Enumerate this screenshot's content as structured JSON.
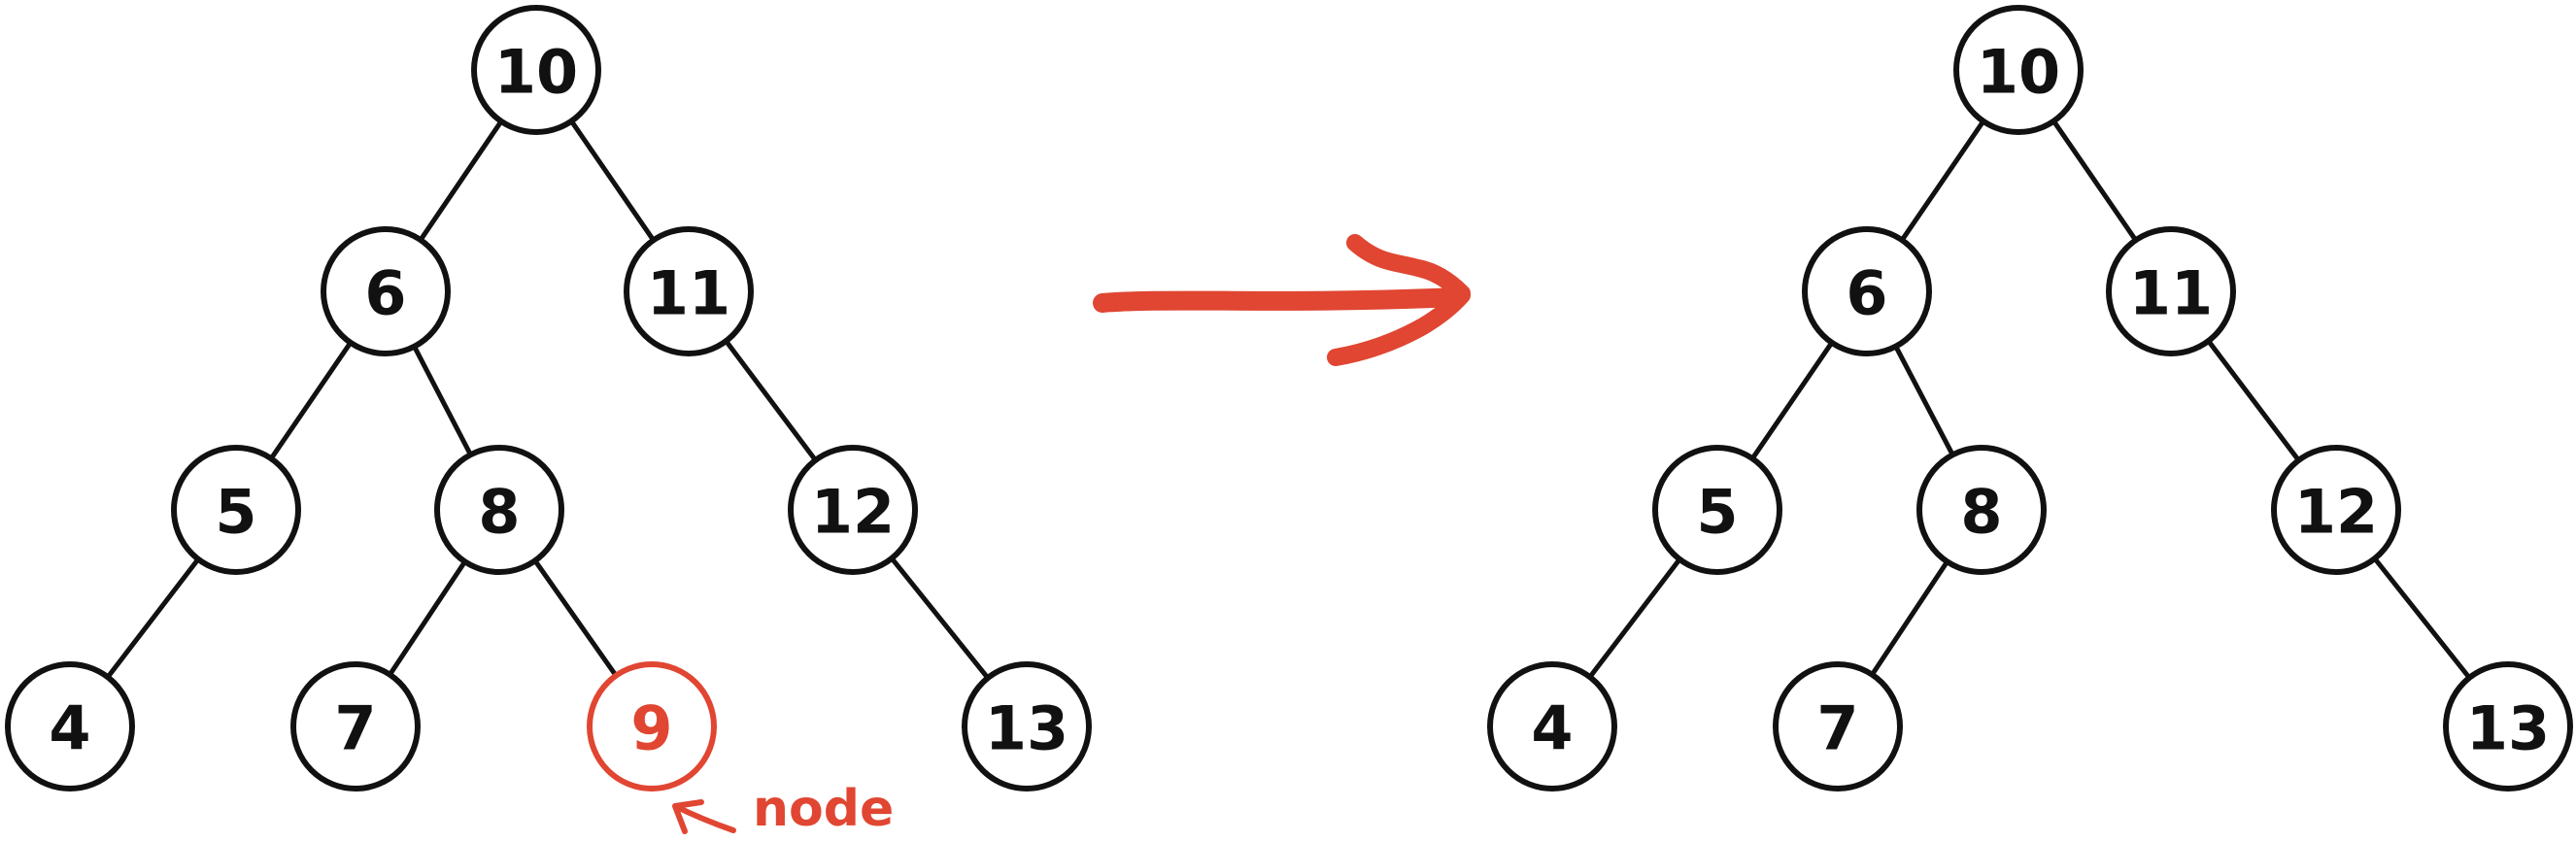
{
  "before_tree": {
    "nodes": [
      {
        "id": "n10",
        "label": "10"
      },
      {
        "id": "n6",
        "label": "6"
      },
      {
        "id": "n11",
        "label": "11"
      },
      {
        "id": "n5",
        "label": "5"
      },
      {
        "id": "n8",
        "label": "8"
      },
      {
        "id": "n12",
        "label": "12"
      },
      {
        "id": "n4",
        "label": "4"
      },
      {
        "id": "n7",
        "label": "7"
      },
      {
        "id": "n9",
        "label": "9",
        "highlight": true
      },
      {
        "id": "n13",
        "label": "13"
      }
    ],
    "edges": [
      [
        "n10",
        "n6"
      ],
      [
        "n10",
        "n11"
      ],
      [
        "n6",
        "n5"
      ],
      [
        "n6",
        "n8"
      ],
      [
        "n11",
        "n12"
      ],
      [
        "n5",
        "n4"
      ],
      [
        "n8",
        "n7"
      ],
      [
        "n8",
        "n9"
      ],
      [
        "n12",
        "n13"
      ]
    ]
  },
  "after_tree": {
    "nodes": [
      {
        "id": "m10",
        "label": "10"
      },
      {
        "id": "m6",
        "label": "6"
      },
      {
        "id": "m11",
        "label": "11"
      },
      {
        "id": "m5",
        "label": "5"
      },
      {
        "id": "m8",
        "label": "8"
      },
      {
        "id": "m12",
        "label": "12"
      },
      {
        "id": "m4",
        "label": "4"
      },
      {
        "id": "m7",
        "label": "7"
      },
      {
        "id": "m13",
        "label": "13"
      }
    ],
    "edges": [
      [
        "m10",
        "m6"
      ],
      [
        "m10",
        "m11"
      ],
      [
        "m6",
        "m5"
      ],
      [
        "m6",
        "m8"
      ],
      [
        "m11",
        "m12"
      ],
      [
        "m5",
        "m4"
      ],
      [
        "m8",
        "m7"
      ],
      [
        "m12",
        "m13"
      ]
    ]
  },
  "annotation": {
    "text": "node",
    "color": "#e04632"
  },
  "colors": {
    "ink": "#111111",
    "accent": "#e04632"
  }
}
